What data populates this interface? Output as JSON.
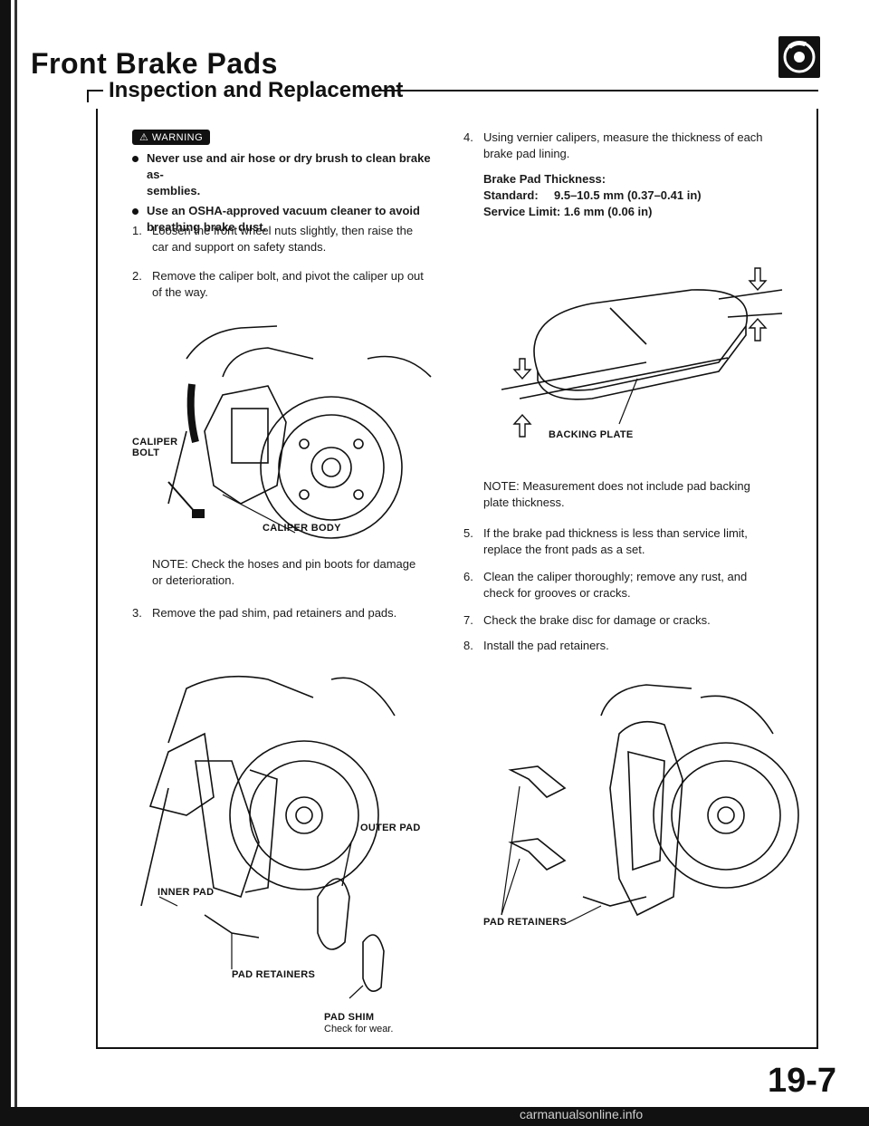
{
  "header": {
    "title": "Front Brake Pads",
    "subtitle": "Inspection and Replacement"
  },
  "warning": {
    "badge": "WARNING",
    "items": [
      "Never use and air hose or dry brush to clean brake as-",
      "semblies.",
      "Use an OSHA-approved vacuum cleaner to avoid",
      "breathing brake dust."
    ]
  },
  "steps_left": [
    {
      "num": "1.",
      "lines": [
        "Loosen the front wheel nuts slightly, then raise the",
        "car and support on safety stands."
      ]
    },
    {
      "num": "2.",
      "lines": [
        "Remove the caliper bolt, and pivot the caliper up out",
        "of the way."
      ]
    },
    {
      "num": "3.",
      "lines": [
        "Remove the pad shim, pad retainers and pads."
      ]
    }
  ],
  "fig1": {
    "caliper_bolt_1": "CALIPER",
    "caliper_bolt_2": "BOLT",
    "caliper_body": "CALIPER BODY"
  },
  "note1": [
    "NOTE:  Check the hoses and pin boots for damage",
    "or deterioration."
  ],
  "fig2": {
    "outer_pad": "OUTER PAD",
    "inner_pad": "INNER PAD",
    "pad_retainers": "PAD RETAINERS",
    "pad_shim": "PAD SHIM",
    "check_wear": "Check for wear."
  },
  "step4": {
    "num": "4.",
    "lines": [
      "Using vernier calipers, measure the thickness of each",
      "brake pad lining."
    ],
    "spec_title": "Brake Pad Thickness:",
    "standard_label": "Standard:",
    "standard_value": "9.5–10.5 mm (0.37–0.41 in)",
    "service_label": "Service Limit:",
    "service_value": "1.6 mm (0.06 in)"
  },
  "fig3": {
    "backing_plate": "BACKING PLATE"
  },
  "note2": [
    "NOTE:  Measurement does not include pad backing",
    "plate thickness."
  ],
  "steps_right": [
    {
      "num": "5.",
      "lines": [
        "If the brake pad thickness is less than service limit,",
        "replace the front pads as a set."
      ]
    },
    {
      "num": "6.",
      "lines": [
        "Clean the caliper thoroughly; remove any rust, and",
        "check for grooves or cracks."
      ]
    },
    {
      "num": "7.",
      "lines": [
        "Check the brake disc for damage or cracks."
      ]
    },
    {
      "num": "8.",
      "lines": [
        "Install the pad retainers."
      ]
    }
  ],
  "fig4": {
    "pad_retainers": "PAD RETAINERS"
  },
  "footer": {
    "page": "19-7",
    "watermark": "carmanualsonline.info"
  }
}
